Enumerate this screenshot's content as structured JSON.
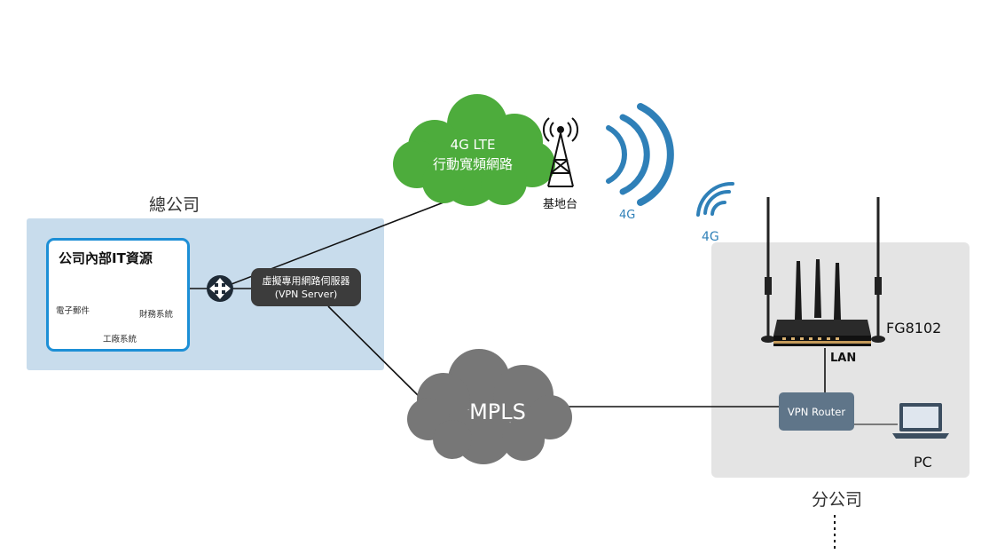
{
  "headquarters": {
    "title": "總公司",
    "it_resources": {
      "title": "公司內部IT資源",
      "items": [
        {
          "label": "電子郵件",
          "icon": "envelope-icon"
        },
        {
          "label": "工廠系統",
          "icon": "document-icon"
        },
        {
          "label": "財務系統",
          "icon": "bar-chart-icon"
        }
      ]
    },
    "vpn_server": {
      "line1": "虛擬專用網路伺服器",
      "line2": "(VPN Server)"
    }
  },
  "clouds": {
    "lte": {
      "line1": "4G LTE",
      "line2": "行動寬頻網路",
      "color": "#4dac3c"
    },
    "mpls": {
      "label": "MPLS",
      "color": "#777777"
    }
  },
  "tower": {
    "label": "基地台",
    "icon": "cell-tower-icon"
  },
  "signals": {
    "tower_label": "4G",
    "router_label": "4G",
    "color": "#2f80b8"
  },
  "branch": {
    "title": "分公司",
    "device": {
      "label": "FG8102",
      "icon": "router-device-icon"
    },
    "lan_label": "LAN",
    "vpn_router": {
      "label": "VPN Router"
    },
    "pc": {
      "label": "PC",
      "icon": "laptop-icon"
    }
  },
  "colors": {
    "hq_panel": "#c8dcec",
    "branch_panel": "#e4e4e4",
    "it_border": "#1d8fd6"
  }
}
